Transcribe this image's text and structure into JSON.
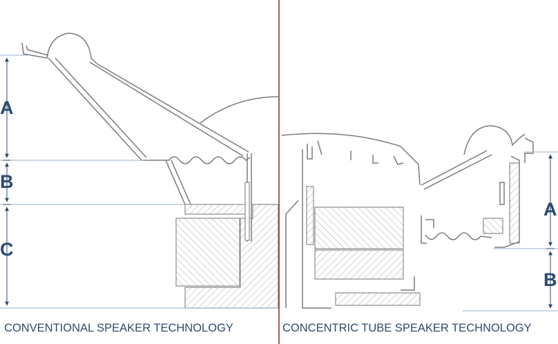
{
  "colors": {
    "dimension": "#2d4a6e",
    "divider": "#8a2a2a",
    "outline": "#7a7a7a",
    "hatch": "#a8a8a8"
  },
  "left_panel": {
    "title": "CONVENTIONAL SPEAKER TECHNOLOGY",
    "labels": {
      "a": "A",
      "b": "B",
      "c": "C"
    }
  },
  "right_panel": {
    "title": "CONCENTRIC TUBE SPEAKER TECHNOLOGY",
    "labels": {
      "a": "A",
      "b": "B"
    }
  }
}
